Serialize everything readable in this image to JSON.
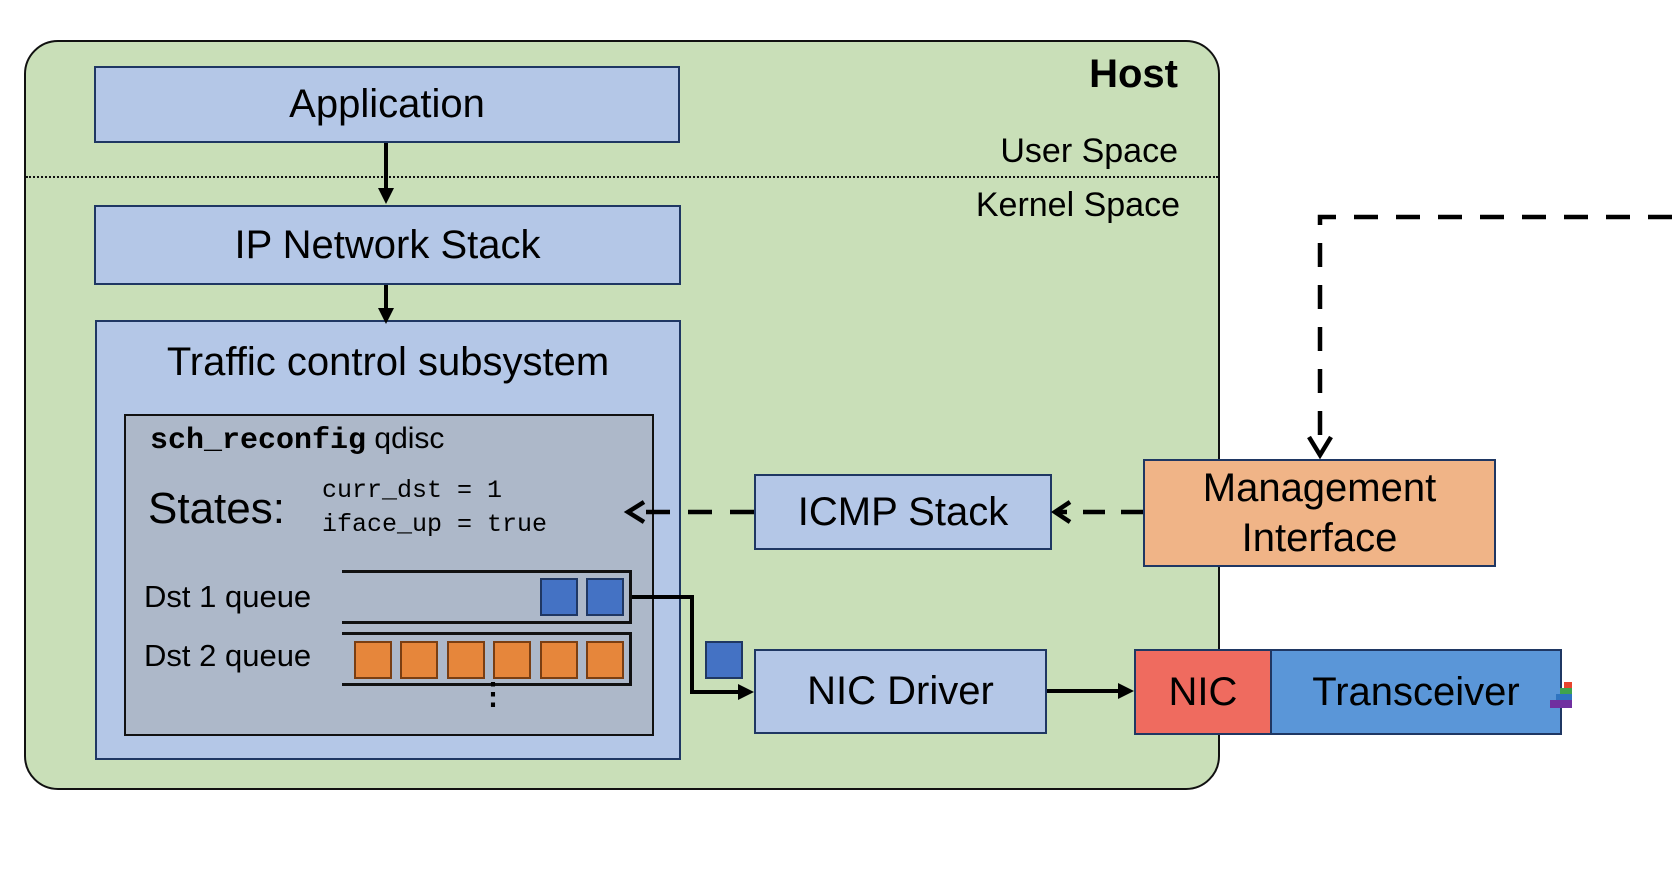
{
  "host": {
    "title": "Host",
    "user_space_label": "User Space",
    "kernel_space_label": "Kernel Space"
  },
  "boxes": {
    "application": "Application",
    "ip_network_stack": "IP Network Stack",
    "traffic_control": "Traffic control subsystem",
    "icmp_stack": "ICMP Stack",
    "management_interface_line1": "Management",
    "management_interface_line2": "Interface",
    "nic_driver": "NIC Driver",
    "nic": "NIC",
    "transceiver": "Transceiver"
  },
  "qdisc": {
    "name_code": "sch_reconfig",
    "name_suffix": "qdisc",
    "states_label": "States:",
    "states": [
      "curr_dst = 1",
      "iface_up = true"
    ],
    "queues": [
      {
        "label": "Dst 1 queue",
        "packets": 2,
        "color": "#4472c4"
      },
      {
        "label": "Dst 2 queue",
        "packets": 6,
        "color": "#e6863b"
      }
    ],
    "more_indicator": "⋮"
  },
  "colors": {
    "host_bg": "#c9dfb8",
    "component_bg": "#b4c7e7",
    "qdisc_bg": "#adb8c9",
    "management_bg": "#f0b487",
    "nic_bg": "#ef6b5f",
    "transceiver_bg": "#5a96d8",
    "packet_blue": "#4472c4",
    "packet_orange": "#e6863b"
  }
}
